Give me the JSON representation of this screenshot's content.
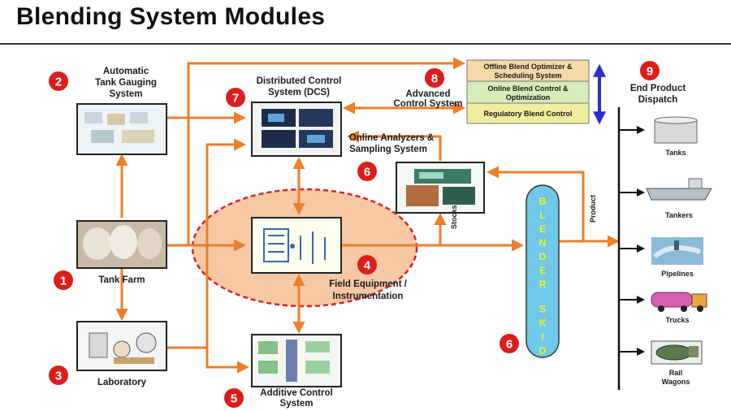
{
  "title": "Blending System Modules",
  "colors": {
    "arrow": "#f07d28",
    "badge": "#dd1c1c",
    "blender": "#6fc8ea",
    "ellipse": "#f6c9a4",
    "ellipse_border": "#e02020",
    "level_arrow": "#2b2bcf"
  },
  "modules": {
    "tank_gauging": {
      "number": "2",
      "label": [
        "Automatic",
        "Tank Gauging",
        "System"
      ]
    },
    "tank_farm": {
      "number": "1",
      "label": [
        "Tank Farm"
      ]
    },
    "laboratory": {
      "number": "3",
      "label": [
        "Laboratory"
      ]
    },
    "dcs": {
      "number": "7",
      "label": [
        "Distributed Control",
        "System (DCS)"
      ]
    },
    "advanced_control": {
      "number": "8",
      "label": [
        "Advanced",
        "Control System"
      ]
    },
    "analyzers": {
      "number": "6",
      "label": [
        "Online Analyzers &",
        "Sampling System"
      ]
    },
    "field_equipment": {
      "number": "4",
      "label": [
        "Field Equipment /",
        "Instrumentation"
      ]
    },
    "additive": {
      "number": "5",
      "label": [
        "Additive Control",
        "System"
      ]
    },
    "blender": {
      "number": "6",
      "letters": "BLENDER SKID"
    },
    "dispatch": {
      "number": "9",
      "label": [
        "End Product",
        "Dispatch"
      ]
    }
  },
  "control_levels": [
    {
      "text": [
        "Offline Blend Optimizer &",
        "Scheduling System"
      ],
      "color": "#f6d9a6"
    },
    {
      "text": [
        "Online Blend Control &",
        "Optimization"
      ],
      "color": "#d7ecb8"
    },
    {
      "text": [
        "Regulatory Blend Control"
      ],
      "color": "#eeee9c"
    }
  ],
  "flow_labels": {
    "stocks": "Stocks",
    "product": "Product"
  },
  "destinations": [
    "Tanks",
    "Tankers",
    "Pipelines",
    "Trucks",
    [
      "Rail",
      "Wagons"
    ]
  ]
}
